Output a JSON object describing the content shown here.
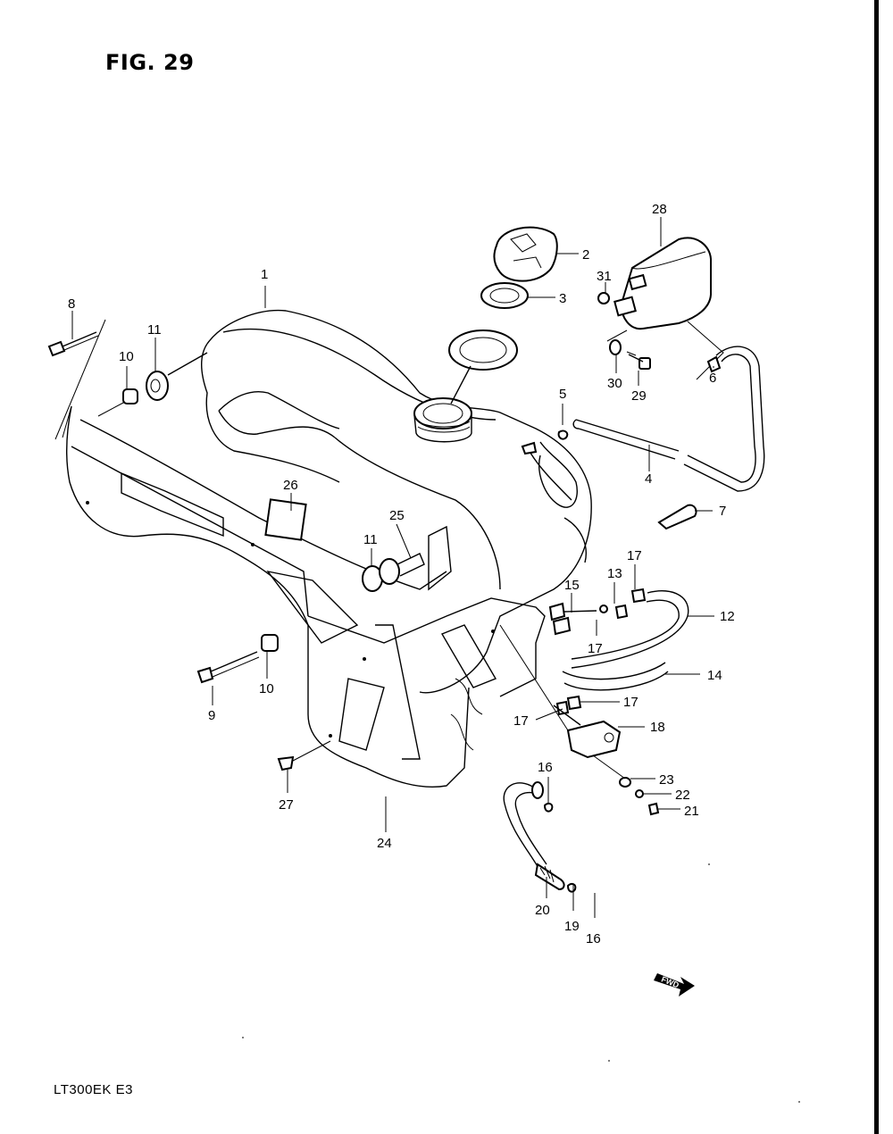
{
  "figure": {
    "title": "FIG. 29",
    "model_code": "LT300EK  E3",
    "direction_badge": "FWD"
  },
  "callouts": [
    {
      "id": "c1",
      "text": "1"
    },
    {
      "id": "c2",
      "text": "2"
    },
    {
      "id": "c3",
      "text": "3"
    },
    {
      "id": "c4",
      "text": "4"
    },
    {
      "id": "c5",
      "text": "5"
    },
    {
      "id": "c6",
      "text": "6"
    },
    {
      "id": "c7",
      "text": "7"
    },
    {
      "id": "c8",
      "text": "8"
    },
    {
      "id": "c9",
      "text": "9"
    },
    {
      "id": "c10a",
      "text": "10"
    },
    {
      "id": "c10b",
      "text": "10"
    },
    {
      "id": "c11a",
      "text": "11"
    },
    {
      "id": "c11b",
      "text": "11"
    },
    {
      "id": "c12",
      "text": "12"
    },
    {
      "id": "c13",
      "text": "13"
    },
    {
      "id": "c14",
      "text": "14"
    },
    {
      "id": "c15",
      "text": "15"
    },
    {
      "id": "c16a",
      "text": "16"
    },
    {
      "id": "c16b",
      "text": "16"
    },
    {
      "id": "c17a",
      "text": "17"
    },
    {
      "id": "c17b",
      "text": "17"
    },
    {
      "id": "c17c",
      "text": "17"
    },
    {
      "id": "c17d",
      "text": "17"
    },
    {
      "id": "c18",
      "text": "18"
    },
    {
      "id": "c19",
      "text": "19"
    },
    {
      "id": "c20",
      "text": "20"
    },
    {
      "id": "c21",
      "text": "21"
    },
    {
      "id": "c22",
      "text": "22"
    },
    {
      "id": "c23",
      "text": "23"
    },
    {
      "id": "c24",
      "text": "24"
    },
    {
      "id": "c25",
      "text": "25"
    },
    {
      "id": "c26",
      "text": "26"
    },
    {
      "id": "c27",
      "text": "27"
    },
    {
      "id": "c28",
      "text": "28"
    },
    {
      "id": "c29",
      "text": "29"
    },
    {
      "id": "c30",
      "text": "30"
    },
    {
      "id": "c31",
      "text": "31"
    }
  ]
}
